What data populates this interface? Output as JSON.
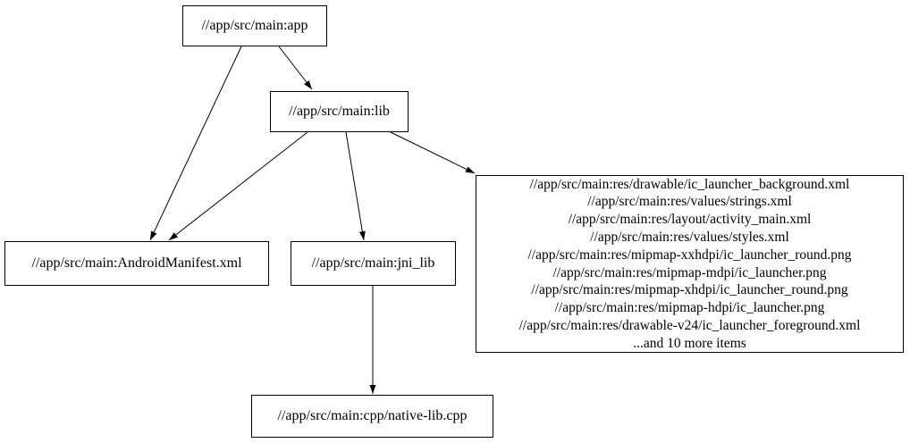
{
  "diagram": {
    "type": "dependency-graph",
    "background_color": "#ffffff",
    "node_fill_color": "#ffffff",
    "node_border_color": "#000000",
    "edge_color": "#000000"
  },
  "nodes": {
    "app": {
      "label": "//app/src/main:app"
    },
    "lib": {
      "label": "//app/src/main:lib"
    },
    "manifest": {
      "label": "//app/src/main:AndroidManifest.xml"
    },
    "jni_lib": {
      "label": "//app/src/main:jni_lib"
    },
    "native": {
      "label": "//app/src/main:cpp/native-lib.cpp"
    },
    "resources": {
      "lines": [
        "//app/src/main:res/drawable/ic_launcher_background.xml",
        "//app/src/main:res/values/strings.xml",
        "//app/src/main:res/layout/activity_main.xml",
        "//app/src/main:res/values/styles.xml",
        "//app/src/main:res/mipmap-xxhdpi/ic_launcher_round.png",
        "//app/src/main:res/mipmap-mdpi/ic_launcher.png",
        "//app/src/main:res/mipmap-xhdpi/ic_launcher_round.png",
        "//app/src/main:res/mipmap-hdpi/ic_launcher.png",
        "//app/src/main:res/drawable-v24/ic_launcher_foreground.xml",
        "...and 10 more items"
      ]
    }
  },
  "edges": [
    {
      "from": "app",
      "to": "lib"
    },
    {
      "from": "app",
      "to": "manifest"
    },
    {
      "from": "lib",
      "to": "manifest"
    },
    {
      "from": "lib",
      "to": "jni_lib"
    },
    {
      "from": "lib",
      "to": "resources"
    },
    {
      "from": "jni_lib",
      "to": "native"
    }
  ]
}
